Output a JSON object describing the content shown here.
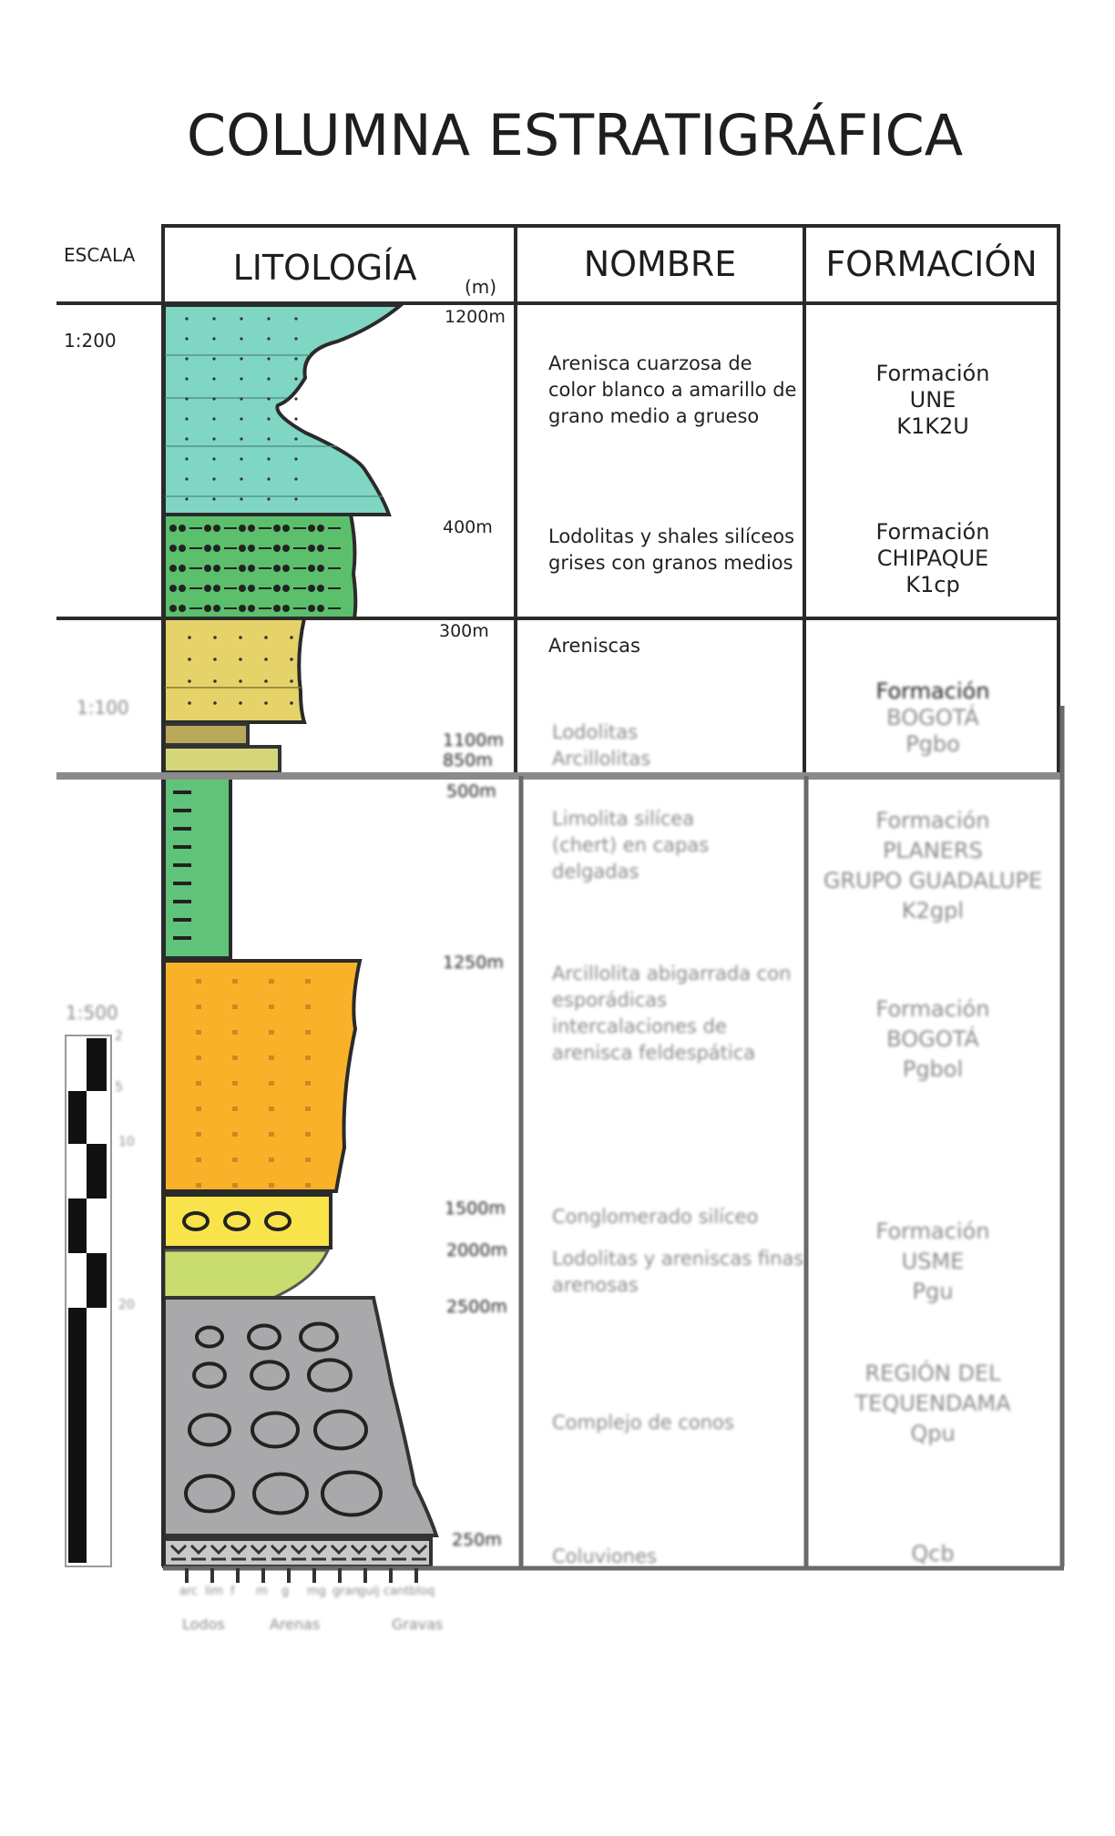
{
  "title": "COLUMNA ESTRATIGRÁFICA",
  "headers": {
    "scale": "ESCALA",
    "lithology": "LITOLOGÍA",
    "unit": "(m)",
    "name": "NOMBRE",
    "formation": "FORMACIÓN"
  },
  "scales": [
    "1:200",
    "1:100",
    "1:500"
  ],
  "scale_bar_ticks": [
    "2",
    "5",
    "10",
    "20"
  ],
  "depths": [
    "1200m",
    "400m",
    "300m",
    "1100m",
    "850m",
    "500m",
    "1250m",
    "1500m",
    "2000m",
    "2500m",
    "250m"
  ],
  "names": [
    {
      "lines": [
        "Arenisca cuarzosa de",
        "color blanco a amarillo de",
        "grano medio a grueso"
      ]
    },
    {
      "lines": [
        "Lodolitas y shales silíceos",
        "grises con granos medios"
      ]
    },
    {
      "lines": [
        "Areniscas"
      ]
    },
    {
      "lines": [
        "Lodolitas",
        "Arcillolitas"
      ]
    },
    {
      "lines": [
        "Limolita silícea",
        "(chert) en capas",
        "delgadas"
      ]
    },
    {
      "lines": [
        "Arcillolita abigarrada con",
        "esporádicas",
        "intercalaciones de",
        "arenisca feldespática"
      ]
    },
    {
      "lines": [
        "Conglomerado silíceo"
      ]
    },
    {
      "lines": [
        "Lodolitas y areniscas finas",
        "arenosas"
      ]
    },
    {
      "lines": [
        "Complejo de conos"
      ]
    },
    {
      "lines": [
        "Coluviones"
      ]
    }
  ],
  "formations": [
    {
      "lines": [
        "Formación",
        "UNE",
        "K1K2U"
      ]
    },
    {
      "lines": [
        "Formación",
        "CHIPAQUE",
        "K1cp"
      ]
    },
    {
      "lines": [
        "Formación",
        "BOGOTÁ",
        "Pgbo"
      ]
    },
    {
      "lines": [
        "Formación",
        "PLANERS",
        "GRUPO GUADALUPE",
        "K2gpl"
      ]
    },
    {
      "lines": [
        "Formación",
        "BOGOTÁ",
        "Pgbol"
      ]
    },
    {
      "lines": [
        "Formación",
        "USME",
        "Pgu"
      ]
    },
    {
      "lines": [
        "REGIÓN DEL",
        "TEQUENDAMA",
        "Qpu"
      ]
    },
    {
      "lines": [
        "Qcb"
      ]
    }
  ],
  "grain_legend": {
    "ticks": [
      "arc",
      "lim",
      "f",
      "m",
      "g",
      "mg",
      "gran",
      "guij",
      "cant",
      "bloq"
    ],
    "groups": [
      "Lodos",
      "Arenas",
      "Gravas"
    ]
  },
  "colors": {
    "teal": "#7fd6c2",
    "green": "#5bbf6b",
    "yellow": "#e5d36a",
    "orange": "#f9b12a",
    "lightyellow": "#f8e44a",
    "lime": "#c9dc6e",
    "gray": "#a9a9ab"
  }
}
